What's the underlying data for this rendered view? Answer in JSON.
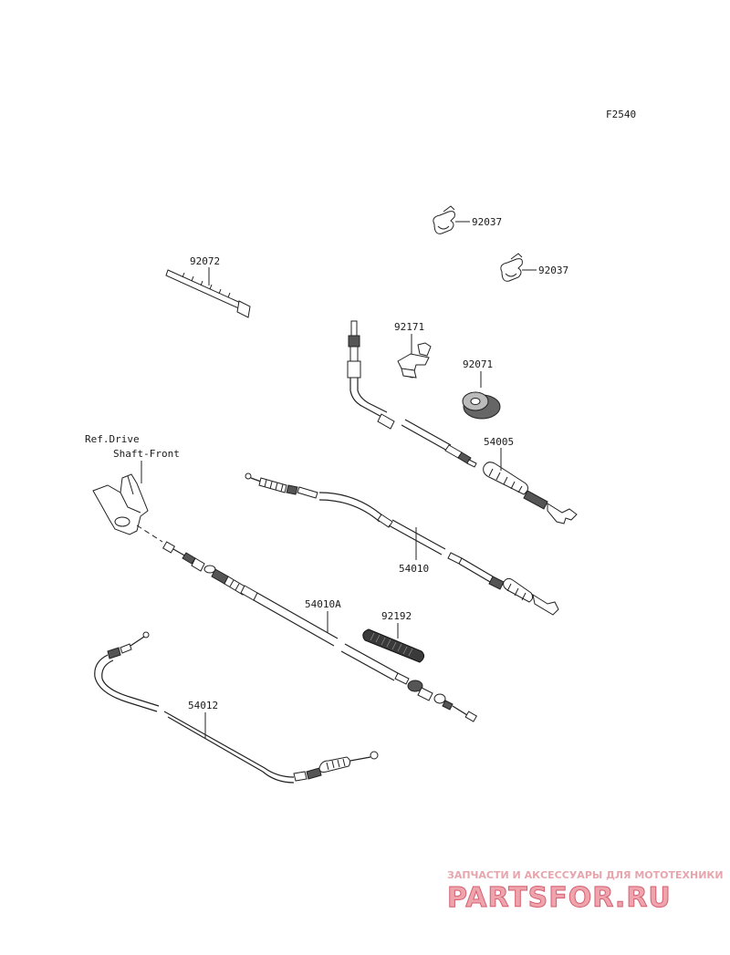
{
  "diagram": {
    "figure_code": "F2540",
    "ref_note": [
      "Ref.Drive",
      "Shaft-Front"
    ],
    "parts": [
      {
        "number": "92037"
      },
      {
        "number": "92037"
      },
      {
        "number": "92072"
      },
      {
        "number": "92171"
      },
      {
        "number": "92071"
      },
      {
        "number": "54005"
      },
      {
        "number": "54010"
      },
      {
        "number": "54010A"
      },
      {
        "number": "92192"
      },
      {
        "number": "54012"
      }
    ]
  },
  "watermark": {
    "tagline": "ЗАПЧАСТИ И АКСЕССУАРЫ ДЛЯ МОТОТЕХНИКИ",
    "brand": "PARTSFOR.RU"
  }
}
